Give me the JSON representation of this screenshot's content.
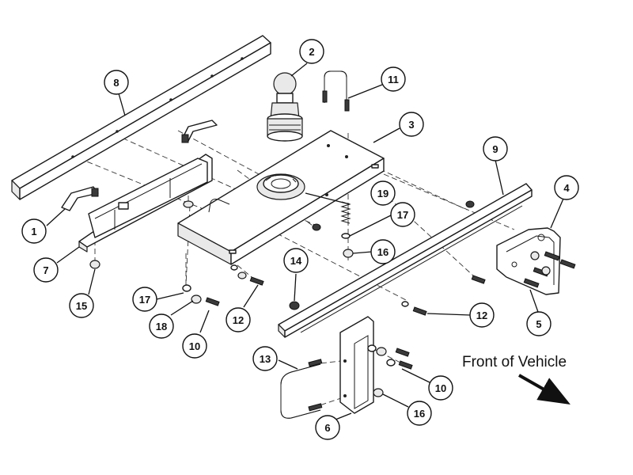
{
  "callouts": {
    "c1": "1",
    "c2": "2",
    "c3": "3",
    "c4": "4",
    "c5": "5",
    "c6": "6",
    "c7": "7",
    "c8": "8",
    "c9": "9",
    "c10a": "10",
    "c10b": "10",
    "c11": "11",
    "c12a": "12",
    "c12b": "12",
    "c13": "13",
    "c14": "14",
    "c15": "15",
    "c16a": "16",
    "c16b": "16",
    "c17a": "17",
    "c17b": "17",
    "c18": "18",
    "c19": "19"
  },
  "front_label": "Front of Vehicle"
}
